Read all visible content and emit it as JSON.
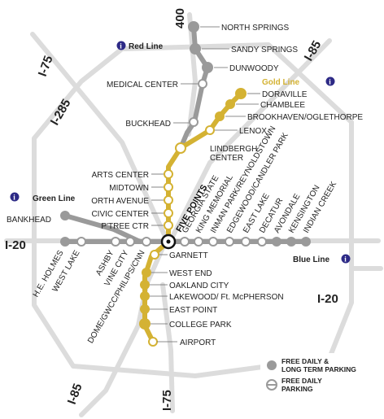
{
  "colors": {
    "red_line": "#9a9a9a",
    "gold_line": "#d4b233",
    "green_line": "#9a9a9a",
    "blue_line": "#9a9a9a",
    "highway": "#dcdcdc",
    "info_icon": "#2d2a86",
    "gold_label": "#d4b233"
  },
  "highways": {
    "i75_nw": "I-75",
    "i285": "I-285",
    "ga400": "400",
    "i85_ne": "I-85",
    "i20_w": "I-20",
    "i20_e": "I-20",
    "i85_sw": "I-85",
    "i75_s": "I-75"
  },
  "lines": {
    "red": "Red Line",
    "gold": "Gold Line",
    "green": "Green Line",
    "blue": "Blue Line",
    "info_symbol": "i"
  },
  "hub": {
    "name": "FIVE POINTS"
  },
  "stations": {
    "north_springs": "NORTH SPRINGS",
    "sandy_springs": "SANDY SPRINGS",
    "dunwoody": "DUNWOODY",
    "medical_center": "MEDICAL CENTER",
    "buckhead": "BUCKHEAD",
    "lindbergh_1": "LINDBERGH",
    "lindbergh_2": "CENTER",
    "doraville": "DORAVILLE",
    "chamblee": "CHAMBLEE",
    "brookhaven": "BROOKHAVEN/OGLETHORPE",
    "lenox": "LENOX",
    "arts_center": "ARTS CENTER",
    "midtown": "MIDTOWN",
    "north_avenue": "ORTH AVENUE",
    "civic_center": "CIVIC CENTER",
    "peachtree_center": "P'TREE CTR",
    "bankhead": "BANKHEAD",
    "he_holmes": "H.E. HOLMES",
    "west_lake": "WEST LAKE",
    "ashby": "ASHBY",
    "vine_city": "VINE CITY",
    "dome": "DOME/GWCC/PHILIPS/CNN",
    "georgia_state": "GEORGIA STATE",
    "king_memorial": "KING MEMORIAL",
    "inman_park": "INMAN PARK/REYNOLDSTOWN",
    "edgewood": "EDGEWOOD/CANDLER PARK",
    "east_lake": "EAST LAKE",
    "decatur": "DECATUR",
    "avondale": "AVONDALE",
    "kensington": "KENSINGTON",
    "indian_creek": "INDIAN CREEK",
    "garnett": "GARNETT",
    "west_end": "WEST END",
    "oakland_city": "OAKLAND CITY",
    "lakewood": "LAKEWOOD/ Ft. McPHERSON",
    "east_point": "EAST POINT",
    "college_park": "COLLEGE PARK",
    "airport": "AIRPORT"
  },
  "legend": {
    "long_term_1": "FREE DAILY &",
    "long_term_2": "LONG TERM PARKING",
    "daily_1": "FREE DAILY",
    "daily_2": "PARKING"
  }
}
